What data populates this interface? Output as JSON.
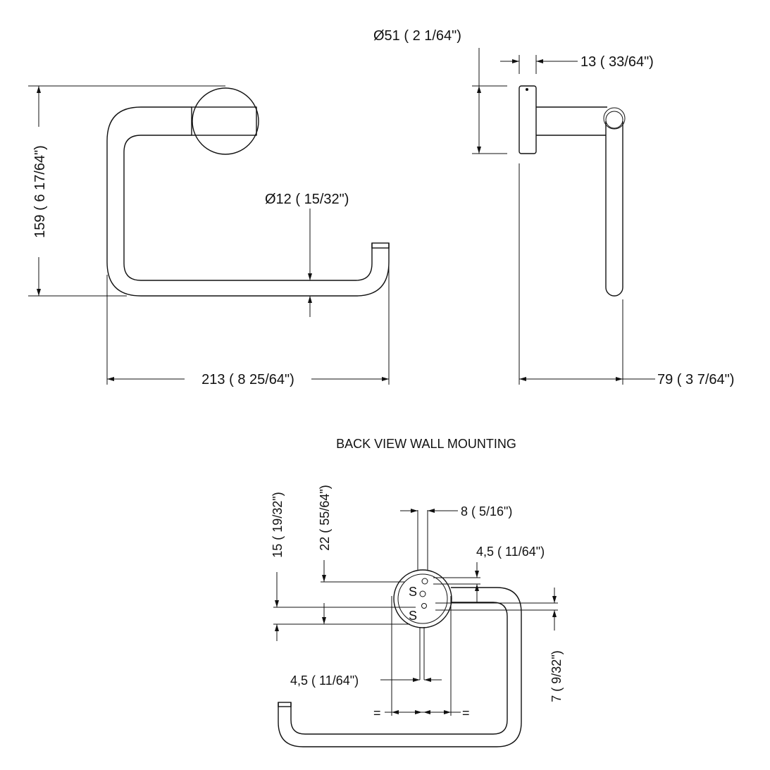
{
  "front_view": {
    "height_label": "159 ( 6 17/64\")",
    "width_label": "213 ( 8 25/64\")",
    "tube_diameter_label": "Ø12 ( 15/32\")"
  },
  "side_view": {
    "rosette_diameter_label": "Ø51 ( 2 1/64\")",
    "rosette_depth_label": "13 ( 33/64\")",
    "projection_label": "79 ( 3 7/64\")"
  },
  "back_view": {
    "title": "BACK VIEW WALL MOUNTING",
    "dim_15": "15 ( 19/32\")",
    "dim_22": "22 ( 55/64\")",
    "dim_8": "8 ( 5/16\")",
    "dim_4_5_top": "4,5 ( 11/64\")",
    "dim_7": "7 ( 9/32\")",
    "dim_4_5_bottom": "4,5 ( 11/64\")",
    "equal_left": "=",
    "equal_right": "=",
    "screw_top": "S",
    "screw_bottom": "S"
  }
}
